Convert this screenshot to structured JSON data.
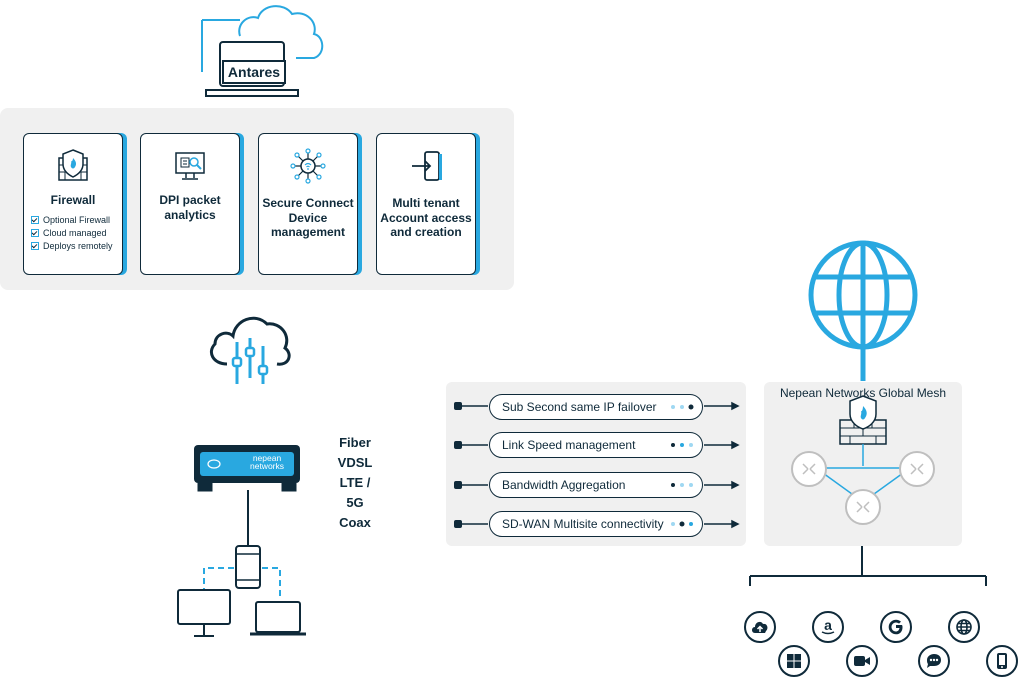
{
  "antares": {
    "label": "Antares"
  },
  "cards": [
    {
      "title": "Firewall",
      "icon": "firewall-icon",
      "checks": [
        "Optional Firewall",
        "Cloud managed",
        "Deploys remotely"
      ]
    },
    {
      "title": "DPI packet analytics",
      "icon": "analytics-monitor-icon"
    },
    {
      "title": "Secure Connect Device management",
      "icon": "device-network-icon"
    },
    {
      "title": "Multi tenant Account access and creation",
      "icon": "login-icon"
    }
  ],
  "router": {
    "brand": "nepean networks"
  },
  "connections": [
    "Fiber",
    "VDSL",
    "LTE / 5G",
    "Coax"
  ],
  "features": [
    "Sub Second same IP failover",
    "Link Speed management",
    "Bandwidth Aggregation",
    "SD-WAN Multisite connectivity"
  ],
  "mesh": {
    "title": "Nepean Networks Global Mesh"
  },
  "services": [
    "cloud-upload-icon",
    "amazon-icon",
    "google-icon",
    "globe-icon",
    "windows-icon",
    "video-icon",
    "chat-icon",
    "phone-icon"
  ],
  "colors": {
    "accent": "#29a8e0",
    "dark": "#0f2a3a",
    "panel": "#f0f0f0"
  }
}
